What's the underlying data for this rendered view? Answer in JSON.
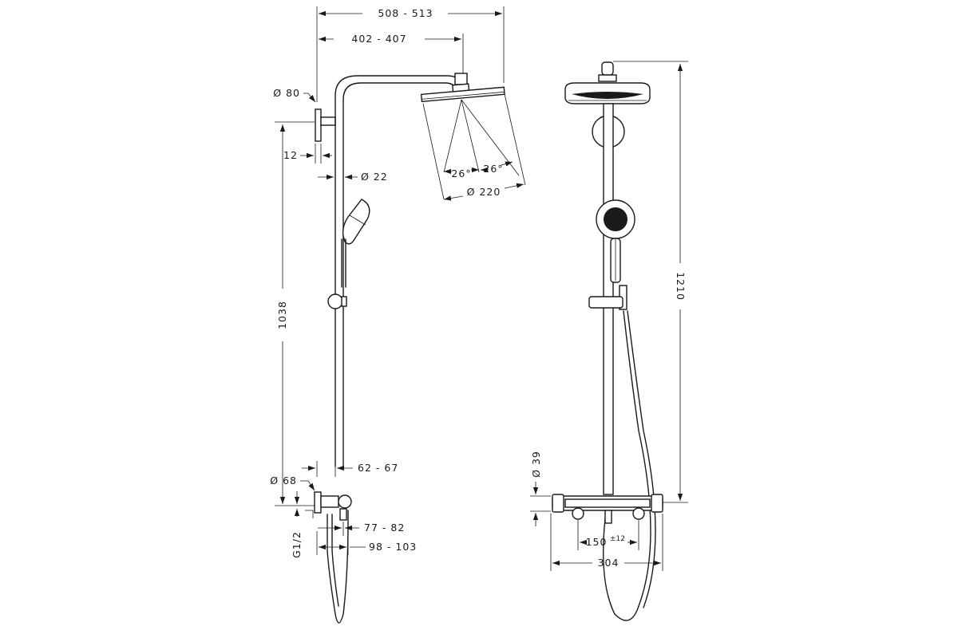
{
  "dimensions": {
    "overall_width": "508 - 513",
    "arm_length": "402 - 407",
    "flange_diameter": "Ø 80",
    "wall_offset": "12",
    "pipe_diameter": "Ø 22",
    "head_angle_left": "26°",
    "head_angle_right": "26°",
    "head_diameter": "Ø 220",
    "column_height": "1038",
    "connection_offset": "62 - 67",
    "connection_flange": "Ø 68",
    "thread": "G1/2",
    "mixer_depth": "77 - 82",
    "mixer_projection": "98 - 103",
    "total_height": "1210",
    "mixer_height": "Ø 39",
    "centers": "150",
    "centers_tolerance": "±12",
    "mixer_width": "304"
  }
}
